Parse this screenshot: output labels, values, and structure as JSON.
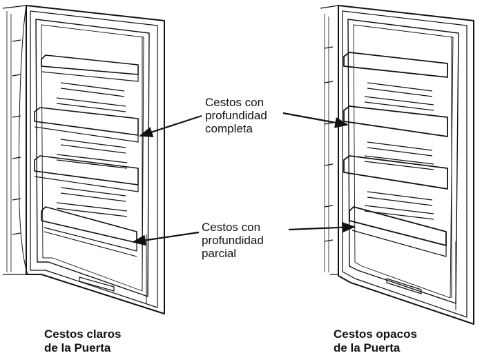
{
  "callouts": {
    "full_depth": [
      "Cestos con",
      "profundidad",
      "completa"
    ],
    "partial_depth": [
      "Cestos con",
      "profundidad",
      "parcial"
    ]
  },
  "captions": {
    "clear_bins": [
      "Cestos claros",
      "de la Puerta"
    ],
    "opaque_bins": [
      "Cestos opacos",
      "de la Puerta"
    ]
  }
}
